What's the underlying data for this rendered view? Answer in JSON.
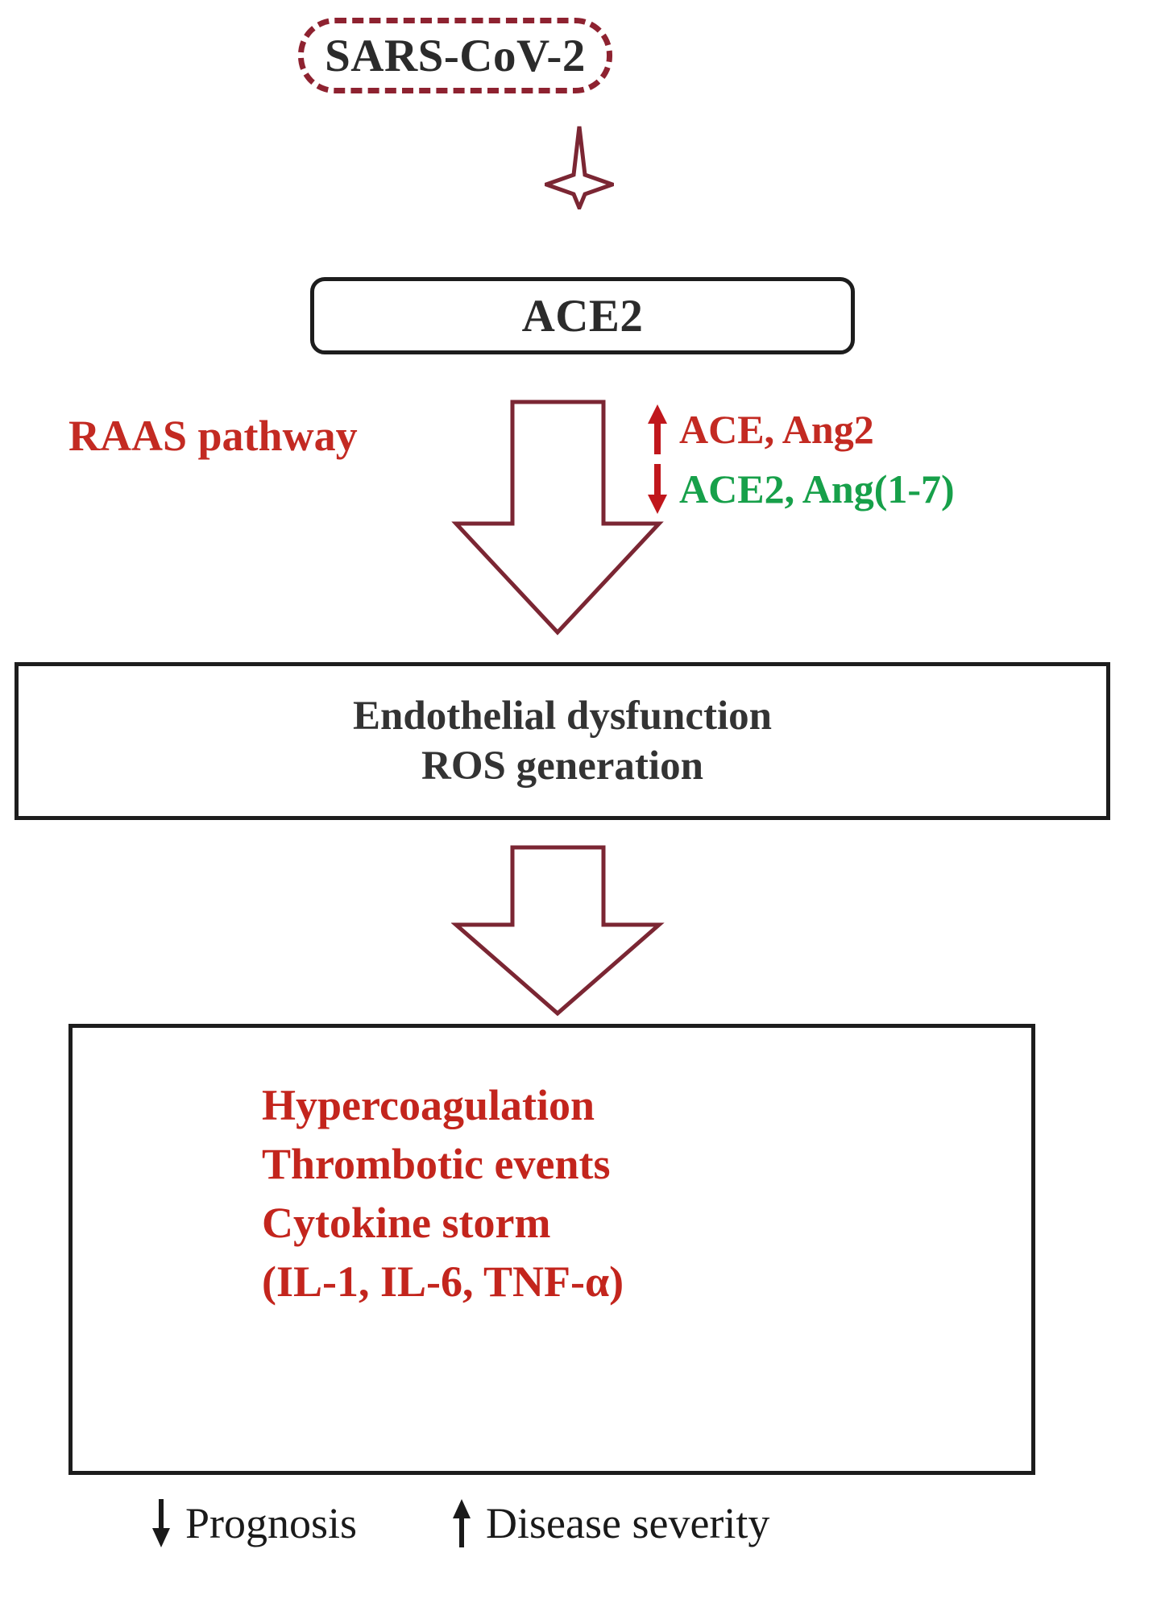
{
  "figure": {
    "title": "SARS-CoV-2 RAAS pathway to hypercoagulation flow diagram",
    "colors": {
      "virus_border": "#8e2230",
      "box_border": "#1d1d1d",
      "black_text": "#2b2b2b",
      "red_text": "#c32a22",
      "green_text": "#17a04a",
      "arrow_outline": "#7b2633",
      "small_arrow_red": "#c0171c",
      "small_arrow_black": "#1a1a1a"
    }
  },
  "nodes": {
    "virus": {
      "label": "SARS-CoV-2",
      "shape": "rounded-rect-dashed"
    },
    "receptor": {
      "label": "ACE2",
      "shape": "rounded-rect"
    },
    "endothelial": {
      "line1": "Endothelial dysfunction",
      "line2": "ROS generation",
      "shape": "rect"
    },
    "outcomes": {
      "line1": "Hypercoagulation",
      "line2": "Thrombotic events",
      "line3": "Cytokine storm",
      "line4": "(IL-1, IL-6, TNF-α)",
      "shape": "rect"
    }
  },
  "pathway": {
    "label": "RAAS pathway",
    "regulation": [
      {
        "direction": "up",
        "arrow": "↑",
        "text": "ACE, Ang2",
        "color": "red"
      },
      {
        "direction": "down",
        "arrow": "↓",
        "text": "ACE2, Ang(1-7)",
        "color": "green"
      }
    ]
  },
  "outcome_indicators": [
    {
      "direction": "down",
      "arrow": "↓",
      "text": "Prognosis"
    },
    {
      "direction": "up",
      "arrow": "↑",
      "text": "Disease severity"
    }
  ]
}
